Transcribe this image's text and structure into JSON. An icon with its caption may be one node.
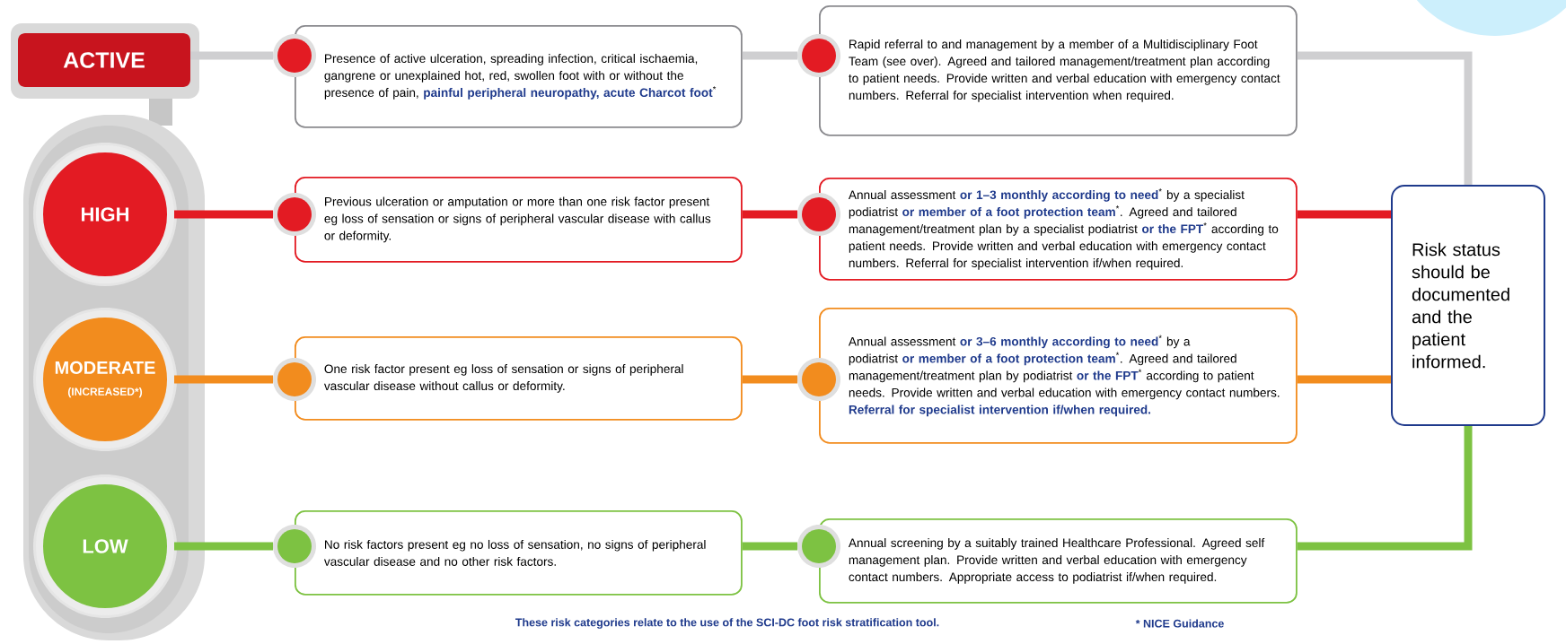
{
  "diagram": {
    "nodes": [
      {
        "text": [
          "ACTIVE"
        ]
      },
      {
        "text": [
          "HIGH"
        ]
      },
      {
        "text": [
          "MODERATE",
          "(INCREASED*)"
        ]
      },
      {
        "text": [
          "LOW"
        ]
      },
      {
        "text": [
          "Presence of active ulceration, spreading infection, critical ischaemia, gangrene or unexplained hot, red, swollen foot with or without the presence of pain, **painful peripheral neuropathy, acute Charcot foot**$^{*}$"
        ]
      },
      {
        "text": [
          "Previous ulceration or amputation or more than one risk factor present eg loss of sensation or signs of peripheral vascular disease with callus or deformity."
        ]
      },
      {
        "text": [
          "One risk factor present eg loss of sensation or signs of peripheral vascular disease without callus or deformity."
        ]
      },
      {
        "text": [
          "No risk factors present eg no loss of sensation, no signs of peripheral vascular disease and no other risk factors."
        ]
      },
      {
        "text": [
          "Rapid referral to and management by a member of a Multidisciplinary Foot Team (see over). Agreed and tailored management/treatment plan according to patient needs. Provide written and verbal education with emergency contact numbers. Referral for specialist intervention when required."
        ]
      },
      {
        "text": [
          "Annual assessment **or 1–3 monthly according to need**$^{*}$ by a specialist podiatrist **or member of a foot protection team**$^{*}$. Agreed and tailored management/treatment plan by a specialist podiatrist **or the FPT**$^{*}$ according to patient needs. Provide written and verbal education with emergency contact numbers. Referral for specialist intervention if/when required."
        ]
      },
      {
        "text": [
          "Annual assessment **or 3–6 monthly according to need**$^{*}$ by a podiatrist **or member of a foot protection team**$^{*}$. Agreed and tailored management/treatment plan by podiatrist **or the FPT**$^{*}$ according to patient needs. Provide written and verbal education with emergency contact numbers. **Referral for specialist intervention if/when required.**"
        ]
      },
      {
        "text": [
          "Annual screening by a suitably trained Healthcare Professional. Agreed self management plan. Provide written and verbal education with emergency contact numbers. Appropriate access to podiatrist if/when required."
        ]
      },
      {
        "text": [
          "Risk status should be documented and the patient informed."
        ]
      }
    ],
    "edges": [
      {
        "from": 0,
        "to": 4,
        "arrow": "none",
        "color": "#cfcfd1"
      },
      {
        "from": 4,
        "to": 8,
        "arrow": "none",
        "color": "#cfcfd1"
      },
      {
        "from": 8,
        "to": 12,
        "arrow": "none",
        "color": "#cfcfd1"
      },
      {
        "from": 1,
        "to": 5,
        "arrow": "none",
        "color": "#e31b23"
      },
      {
        "from": 5,
        "to": 9,
        "arrow": "none",
        "color": "#e31b23"
      },
      {
        "from": 9,
        "to": 12,
        "arrow": "none",
        "color": "#e31b23"
      },
      {
        "from": 2,
        "to": 6,
        "arrow": "none",
        "color": "#f28c1e"
      },
      {
        "from": 6,
        "to": 10,
        "arrow": "none",
        "color": "#f28c1e"
      },
      {
        "from": 10,
        "to": 12,
        "arrow": "none",
        "color": "#f28c1e"
      },
      {
        "from": 3,
        "to": 7,
        "arrow": "none",
        "color": "#7dc242"
      },
      {
        "from": 7,
        "to": 11,
        "arrow": "none",
        "color": "#7dc242"
      },
      {
        "from": 11,
        "to": 12,
        "arrow": "none",
        "color": "#7dc242"
      }
    ],
    "labels": [
      "These risk categories relate to the use of the SCI-DC foot risk stratification tool.",
      "* NICE Guidance"
    ]
  }
}
